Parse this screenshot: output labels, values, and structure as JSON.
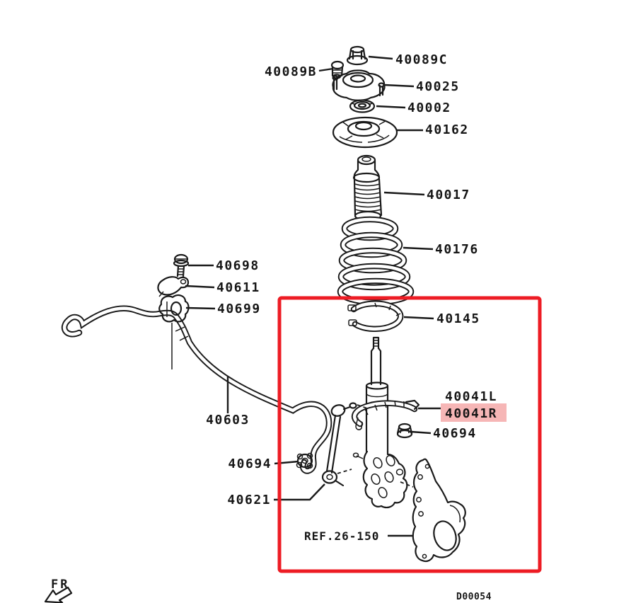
{
  "diagram": {
    "direction_label": "FR",
    "drawing_code": "D00054",
    "colors": {
      "line": "#1a1a1a",
      "selection_box": "#ed1c24",
      "highlight": "#f6b6b6",
      "background": "#ffffff"
    },
    "labels": [
      {
        "text": "40089B",
        "highlighted": false
      },
      {
        "text": "40089C",
        "highlighted": false
      },
      {
        "text": "40025",
        "highlighted": false
      },
      {
        "text": "40002",
        "highlighted": false
      },
      {
        "text": "40162",
        "highlighted": false
      },
      {
        "text": "40017",
        "highlighted": false
      },
      {
        "text": "40176",
        "highlighted": false
      },
      {
        "text": "40145",
        "highlighted": false
      },
      {
        "text": "40698",
        "highlighted": false
      },
      {
        "text": "40611",
        "highlighted": false
      },
      {
        "text": "40699",
        "highlighted": false
      },
      {
        "text": "40603",
        "highlighted": false
      },
      {
        "text": "40694",
        "highlighted": false
      },
      {
        "text": "40621",
        "highlighted": false
      },
      {
        "text": "40041L",
        "highlighted": false
      },
      {
        "text": "40041R",
        "highlighted": true
      },
      {
        "text": "40694",
        "highlighted": false
      },
      {
        "text": "REF.26-150",
        "highlighted": false
      }
    ]
  }
}
